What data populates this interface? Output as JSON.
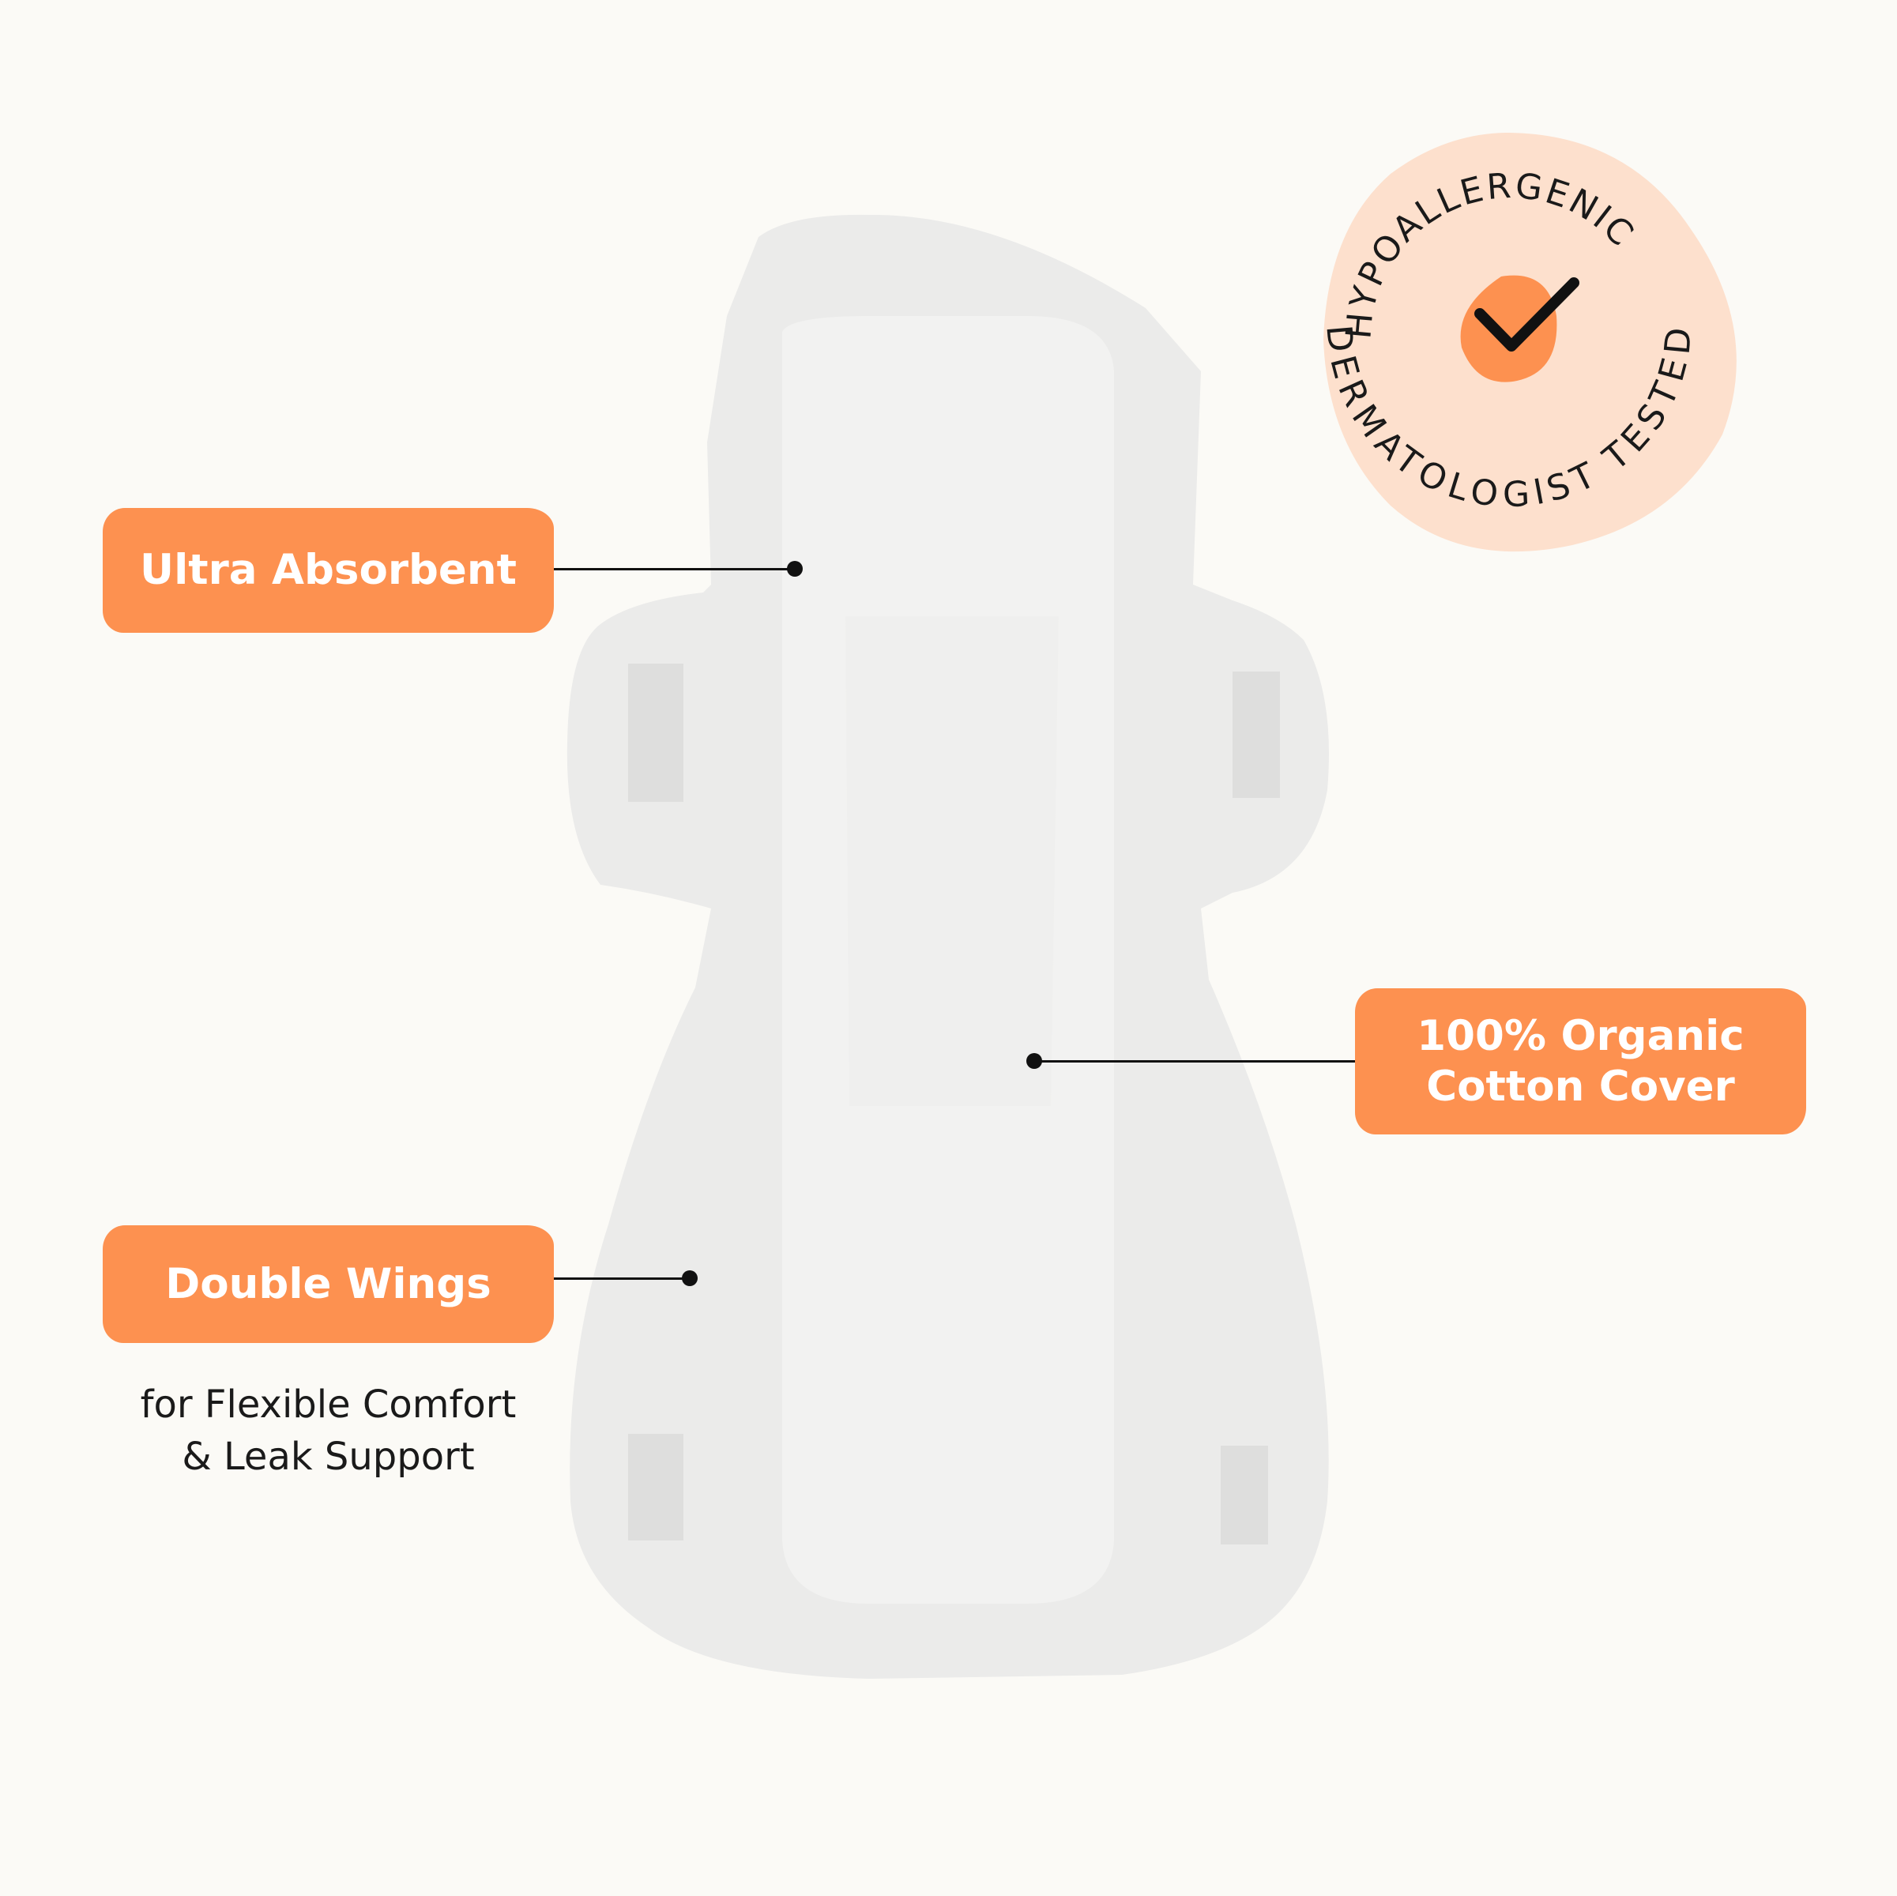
{
  "labels": {
    "ultra_absorbent": "Ultra Absorbent",
    "organic_line1": "100% Organic",
    "organic_line2": "Cotton Cover",
    "double_wings": "Double Wings",
    "double_wings_sub_line1": "for Flexible Comfort",
    "double_wings_sub_line2": "& Leak Support"
  },
  "badge": {
    "top_text": "HYPOALLERGENIC",
    "bottom_text": "DERMATOLOGIST TESTED",
    "icon": "checkmark-icon"
  },
  "colors": {
    "accent": "#fd9150",
    "badge_bg": "#fde0cd",
    "background": "#fbfaf6"
  }
}
